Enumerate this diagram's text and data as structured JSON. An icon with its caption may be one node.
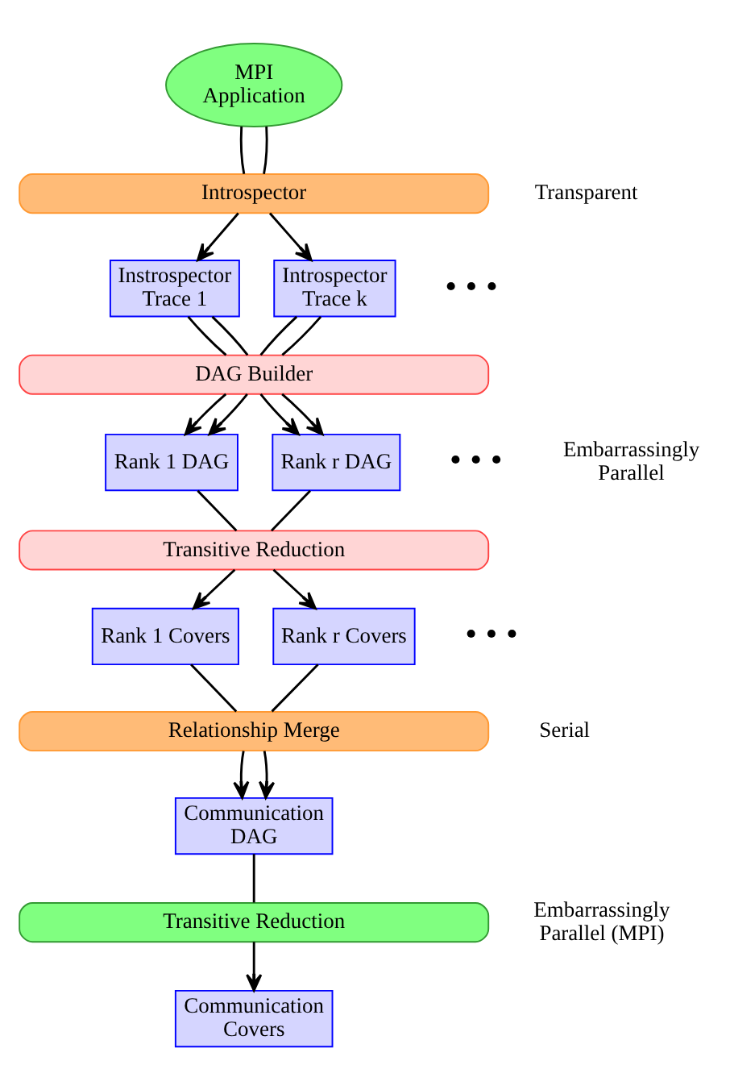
{
  "diagram": {
    "nodes": [
      {
        "text": [
          "MPI Application"
        ]
      },
      {
        "text": [
          "Introspector"
        ]
      },
      {
        "text": [
          "Instrospector Trace 1"
        ]
      },
      {
        "text": [
          "Introspector Trace k"
        ]
      },
      {
        "text": [
          "DAG Builder"
        ]
      },
      {
        "text": [
          "Rank 1 DAG"
        ]
      },
      {
        "text": [
          "Rank r DAG"
        ]
      },
      {
        "text": [
          "Transitive Reduction"
        ]
      },
      {
        "text": [
          "Rank 1 Covers"
        ]
      },
      {
        "text": [
          "Rank r Covers"
        ]
      },
      {
        "text": [
          "Relationship Merge"
        ]
      },
      {
        "text": [
          "Communication DAG"
        ]
      },
      {
        "text": [
          "Transitive Reduction"
        ]
      },
      {
        "text": [
          "Communication Covers"
        ]
      }
    ],
    "edges": [
      {
        "from": 0,
        "to": 1,
        "arrow": "none"
      },
      {
        "from": 0,
        "to": 1,
        "arrow": "none"
      },
      {
        "from": 1,
        "to": 2,
        "arrow": "to"
      },
      {
        "from": 1,
        "to": 3,
        "arrow": "to"
      },
      {
        "from": 2,
        "to": 4,
        "arrow": "none"
      },
      {
        "from": 2,
        "to": 4,
        "arrow": "none"
      },
      {
        "from": 3,
        "to": 4,
        "arrow": "none"
      },
      {
        "from": 3,
        "to": 4,
        "arrow": "none"
      },
      {
        "from": 4,
        "to": 5,
        "arrow": "to"
      },
      {
        "from": 4,
        "to": 5,
        "arrow": "to"
      },
      {
        "from": 4,
        "to": 6,
        "arrow": "to"
      },
      {
        "from": 4,
        "to": 6,
        "arrow": "to"
      },
      {
        "from": 5,
        "to": 7,
        "arrow": "none"
      },
      {
        "from": 6,
        "to": 7,
        "arrow": "none"
      },
      {
        "from": 7,
        "to": 8,
        "arrow": "to"
      },
      {
        "from": 7,
        "to": 9,
        "arrow": "to"
      },
      {
        "from": 8,
        "to": 10,
        "arrow": "none"
      },
      {
        "from": 9,
        "to": 10,
        "arrow": "none"
      },
      {
        "from": 10,
        "to": 11,
        "arrow": "to"
      },
      {
        "from": 10,
        "to": 11,
        "arrow": "to"
      },
      {
        "from": 11,
        "to": 12,
        "arrow": "none"
      },
      {
        "from": 12,
        "to": 13,
        "arrow": "to"
      }
    ],
    "labels": [
      "• • •",
      "• • •",
      "• • •",
      "Transparent",
      "Embarrassingly Parallel",
      "Serial",
      "Embarrassingly Parallel (MPI)"
    ]
  }
}
